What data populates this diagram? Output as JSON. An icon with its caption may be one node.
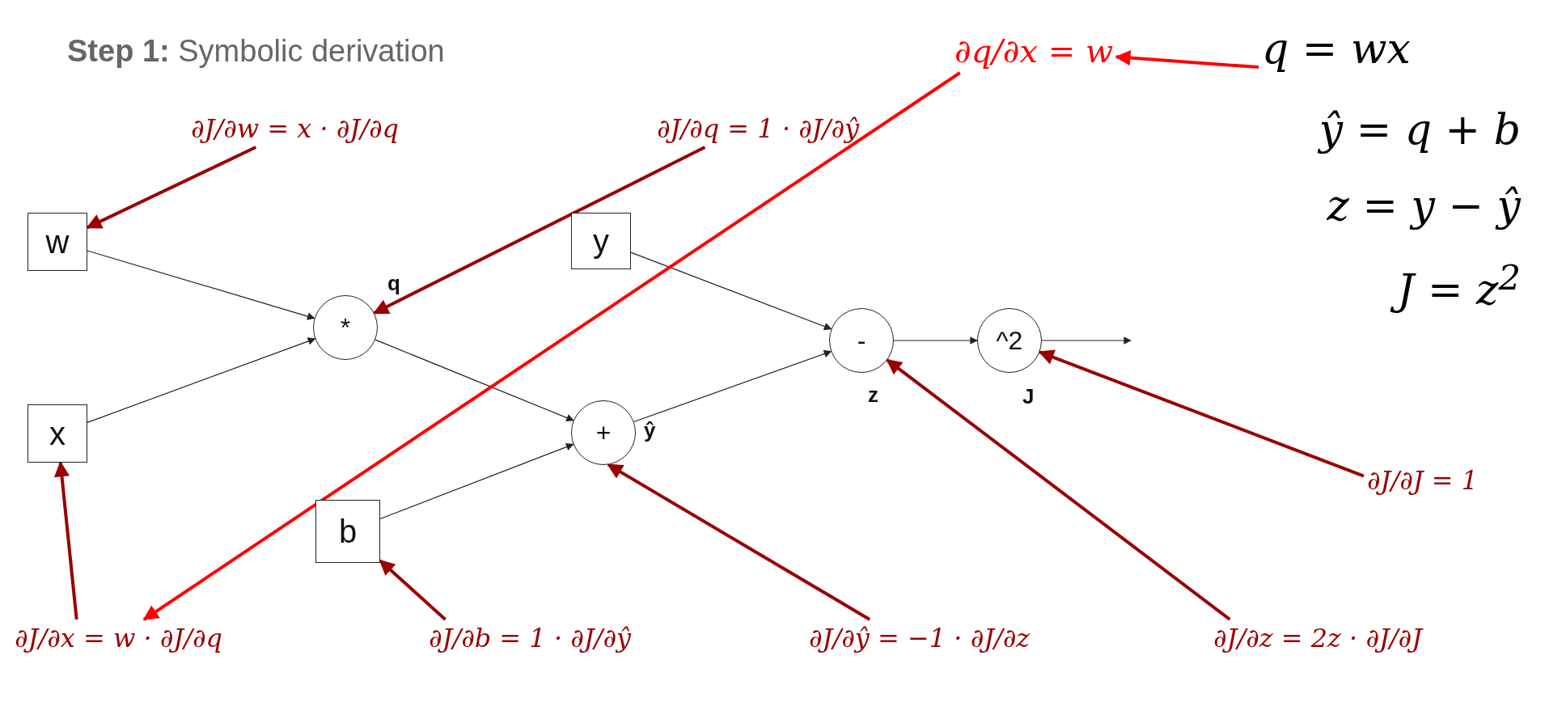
{
  "diagram": {
    "title": "**Step 1:** Symbolic derivation",
    "nodes": [
      {
        "text": [
          "w"
        ]
      },
      {
        "text": [
          "x"
        ]
      },
      {
        "text": [
          "*"
        ],
        "beside": [
          "q"
        ]
      },
      {
        "text": [
          "y"
        ]
      },
      {
        "text": [
          "b"
        ]
      },
      {
        "text": [
          "+"
        ],
        "beside": [
          "ŷ"
        ]
      },
      {
        "text": [
          "-"
        ],
        "beside": [
          "z"
        ]
      },
      {
        "text": [
          "^2"
        ],
        "beside": [
          "J"
        ]
      },
      {
        "text": [
          "∂J/∂w = x · ∂J/∂q"
        ]
      },
      {
        "text": [
          "∂J/∂q = 1 · ∂J/∂ŷ"
        ]
      },
      {
        "text": [
          "∂q/∂x = w"
        ]
      },
      {
        "text": [
          "q = wx"
        ]
      },
      {
        "text": [
          "∂J/∂J = 1"
        ]
      },
      {
        "text": [
          "∂J/∂x = w · ∂J/∂q"
        ]
      },
      {
        "text": [
          "∂J/∂b = 1 · ∂J/∂ŷ"
        ]
      },
      {
        "text": [
          "∂J/∂ŷ = −1 · ∂J/∂z"
        ]
      },
      {
        "text": [
          "∂J/∂z = 2z · ∂J/∂J"
        ]
      }
    ],
    "edges": [
      {
        "from": 0,
        "to": 2,
        "arrow": "to"
      },
      {
        "from": 1,
        "to": 2,
        "arrow": "to"
      },
      {
        "from": 2,
        "to": 5,
        "arrow": "to"
      },
      {
        "from": 4,
        "to": 5,
        "arrow": "to"
      },
      {
        "from": 3,
        "to": 6,
        "arrow": "to"
      },
      {
        "from": 5,
        "to": 6,
        "arrow": "to"
      },
      {
        "from": 6,
        "to": 7,
        "arrow": "to"
      },
      {
        "from": 7,
        "to": null,
        "arrow": "to"
      },
      {
        "from": 8,
        "to": 0,
        "arrow": "to",
        "color": "#990000"
      },
      {
        "from": 9,
        "to": 2,
        "arrow": "to",
        "color": "#990000"
      },
      {
        "from": 11,
        "to": 10,
        "arrow": "to",
        "color": "#ff0000"
      },
      {
        "from": 10,
        "to": 13,
        "arrow": "to",
        "color": "#ff0000"
      },
      {
        "from": 12,
        "to": 7,
        "arrow": "to",
        "color": "#990000"
      },
      {
        "from": 13,
        "to": 1,
        "arrow": "to",
        "color": "#990000"
      },
      {
        "from": 14,
        "to": 4,
        "arrow": "to",
        "color": "#990000"
      },
      {
        "from": 15,
        "to": 5,
        "arrow": "to",
        "color": "#990000"
      },
      {
        "from": 16,
        "to": 6,
        "arrow": "to",
        "color": "#990000"
      }
    ],
    "labels": [
      "ŷ = q + b",
      "z = y − ŷ",
      "J = z$^{2}$"
    ]
  }
}
